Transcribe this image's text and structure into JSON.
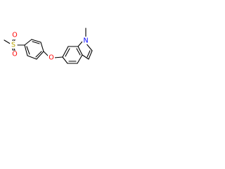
{
  "molecule": {
    "atoms": {
      "sulfur": {
        "symbol": "S",
        "color": "#b8a500"
      },
      "oxygen_sulfonyl_top": {
        "symbol": "O",
        "color": "#ff0000"
      },
      "oxygen_sulfonyl_bottom": {
        "symbol": "O",
        "color": "#ff0000"
      },
      "oxygen_ether": {
        "symbol": "O",
        "color": "#ff0000"
      },
      "nitrogen_indole": {
        "symbol": "N",
        "color": "#0000ff"
      }
    },
    "bond_color": "#000000"
  }
}
